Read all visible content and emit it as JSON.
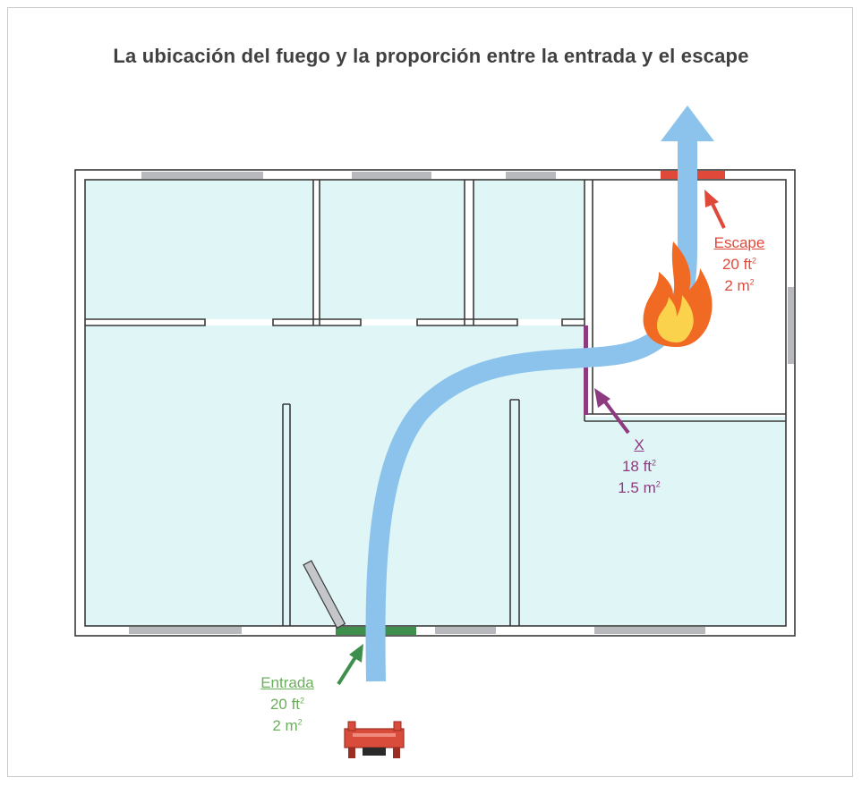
{
  "title": "La ubicación del fuego y la proporción entre la entrada y el escape",
  "labels": {
    "escape": {
      "name": "Escape",
      "area_ft": "20 ft",
      "area_m": "2 m",
      "sup": "2"
    },
    "x": {
      "name": "X",
      "area_ft": "18 ft",
      "area_m": "1.5 m",
      "sup": "2"
    },
    "entrada": {
      "name": "Entrada",
      "area_ft": "20 ft",
      "area_m": "2 m",
      "sup": "2"
    }
  },
  "colors": {
    "room_fill": "#dff5f6",
    "wall": "#3a3a3a",
    "window": "#b7b9bd",
    "flow_path": "#8cc3ec",
    "escape": "#e0493a",
    "x_opening": "#8e3a80",
    "entrada": "#3e8f4c",
    "fire_outer": "#f16a24",
    "fire_inner": "#fbd24b",
    "fire_truck": "#d94b3a"
  },
  "icons": [
    "fire-icon",
    "fire-truck-icon",
    "flow-arrow-icon"
  ]
}
